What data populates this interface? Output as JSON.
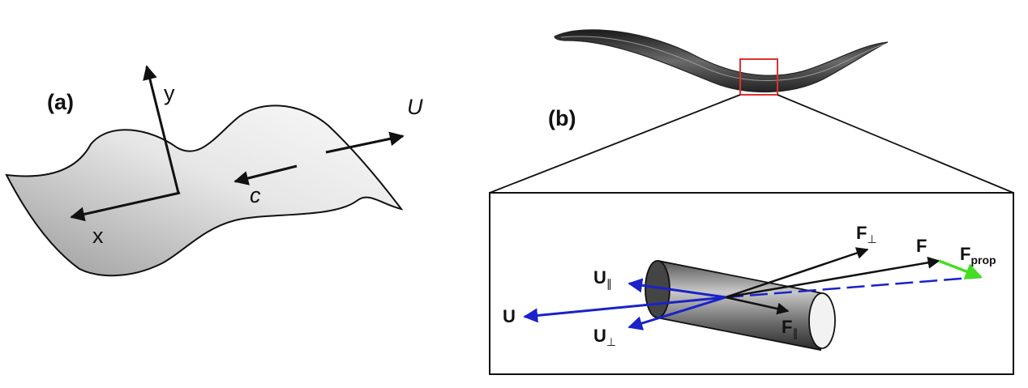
{
  "panel_a": {
    "label": "(a)",
    "axis_y": "y",
    "axis_x": "x",
    "wave_speed": "c",
    "swim_speed": "U"
  },
  "panel_b": {
    "label": "(b)",
    "F_perp": {
      "main": "F",
      "sub": "⊥"
    },
    "F_total": "F",
    "F_prop": {
      "main": "F",
      "sub": "prop"
    },
    "U_par": {
      "main": "U",
      "sub": "∥"
    },
    "U_total": "U",
    "U_perp": {
      "main": "U",
      "sub": "⊥"
    },
    "F_par": {
      "main": "F",
      "sub": "∥"
    }
  },
  "colors": {
    "stroke": "#111111",
    "sheet_light": "#fafafa",
    "sheet_dark": "#9a9a9a",
    "zoom_box": "#e03030",
    "velocity": "#1a22c8",
    "propulsion": "#44dd22",
    "worm": "#3a3a3a"
  }
}
